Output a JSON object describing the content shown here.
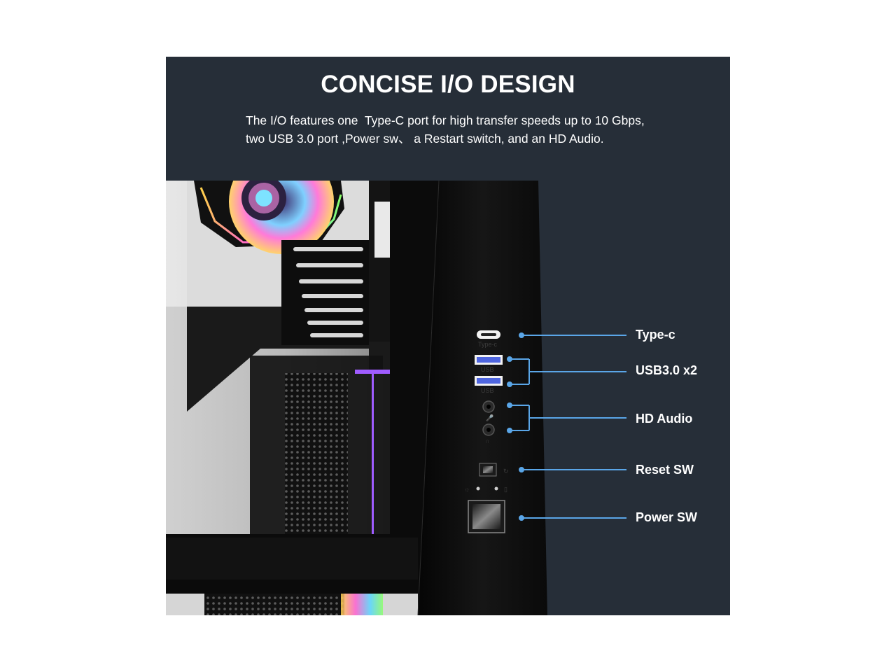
{
  "title": "CONCISE I/O DESIGN",
  "description": {
    "line1": "The I/O features one  Type-C port for high transfer speeds up to 10 Gbps,",
    "line2": "two USB 3.0 port ,Power sw、 a Restart switch, and an HD Audio."
  },
  "callouts": {
    "type_c": "Type-c",
    "usb": "USB3.0 x2",
    "hd_audio": "HD Audio",
    "reset": "Reset SW",
    "power": "Power SW"
  },
  "port_labels": {
    "type_c": "Type-c",
    "usb": "USB"
  },
  "colors": {
    "panel_background": "#262e38",
    "callout_line": "#5aa6e8",
    "case_body": "#0c0c0c",
    "rgb_accent": "#a05cff",
    "usb_port": "#4f66e0"
  },
  "icons": {
    "type_c_port": "usb-type-c-port-icon",
    "usb_port": "usb-a-port-icon",
    "mic_jack": "microphone-jack-icon",
    "headphone_jack": "headphone-jack-icon",
    "reset": "reset-icon",
    "power_led": "power-led-icon",
    "hdd_led": "hdd-led-icon"
  }
}
